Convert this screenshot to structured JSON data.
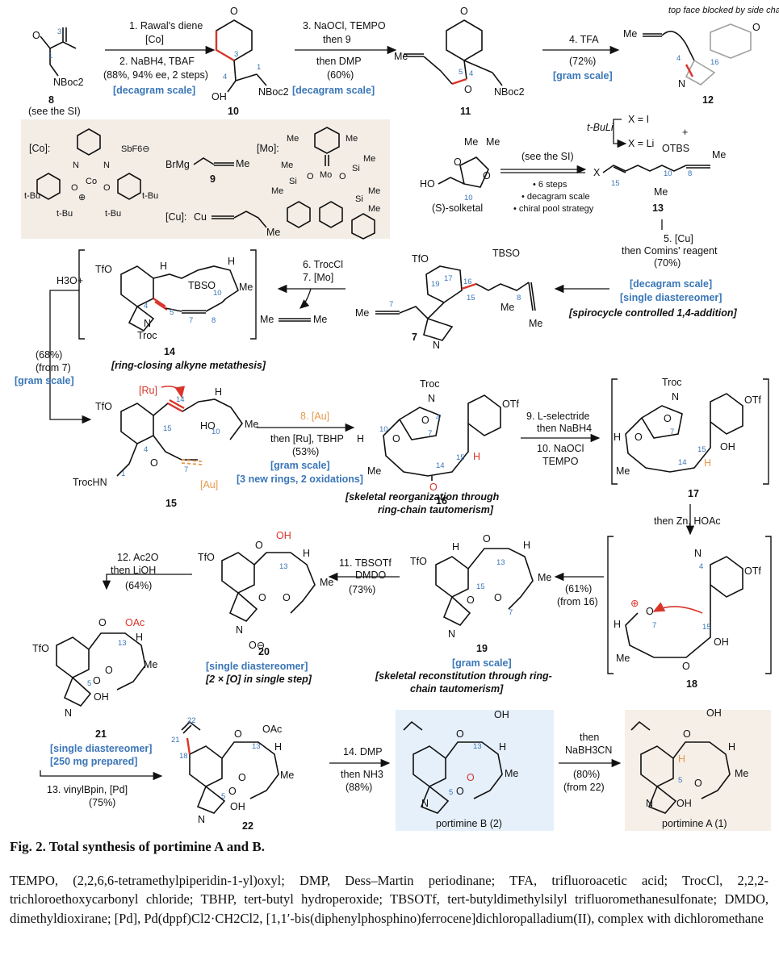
{
  "figure": {
    "caption": "Fig. 2. Total synthesis of portimine A and B.",
    "abbreviations": "TEMPO, (2,2,6,6-tetramethylpiperidin-1-yl)oxyl; DMP, Dess–Martin periodinane; TFA, trifluoroacetic acid; TrocCl, 2,2,2-trichloroethoxycarbonyl chloride; TBHP, tert-butyl hydroperoxide; TBSOTf, tert-butyldimethylsilyl trifluoromethanesulfonate; DMDO, dimethyldioxirane; [Pd], Pd(dppf)Cl2·CH2Cl2, [1,1′-bis(diphenylphosphino)ferrocene]dichloropalladium(II), complex with dichloromethane"
  },
  "colors": {
    "accent_blue": "#3a76b8",
    "red": "#d9352a",
    "orange": "#e79a4b",
    "reagent_box": "#f3ede6",
    "portimine_b_box": "#e6f0fb",
    "portimine_a_box": "#f5efe8"
  },
  "compounds": {
    "c8": {
      "label": "8",
      "note": "(see the SI)",
      "atoms": [
        "O",
        "NBoc2"
      ],
      "nums": [
        "3",
        "1"
      ]
    },
    "c10": {
      "label": "10",
      "atoms": [
        "O",
        "OH",
        "NBoc2"
      ],
      "nums": [
        "3",
        "4",
        "1"
      ]
    },
    "c11": {
      "label": "11",
      "atoms": [
        "O",
        "Me",
        "O",
        "NBoc2"
      ],
      "nums": [
        "5",
        "4"
      ]
    },
    "c12": {
      "label": "12",
      "note": "top face blocked by side chain",
      "atoms": [
        "Me",
        "N",
        "O"
      ],
      "nums": [
        "4",
        "16"
      ]
    },
    "c9": {
      "label": "9",
      "text": "BrMg",
      "me": "Me"
    },
    "c13": {
      "label": "13",
      "atoms": [
        "X",
        "OTBS",
        "Me",
        "Me"
      ],
      "nums": [
        "15",
        "10",
        "8"
      ]
    },
    "solketal": {
      "label": "(S)-solketal",
      "atoms": [
        "HO",
        "O",
        "O",
        "Me",
        "Me"
      ],
      "num": "10"
    },
    "c7": {
      "label": "7",
      "atoms": [
        "TfO",
        "TBSO",
        "Me",
        "Me",
        "Me",
        "N"
      ],
      "nums": [
        "17",
        "19",
        "16",
        "15",
        "7",
        "8"
      ]
    },
    "c14": {
      "label": "14",
      "atoms": [
        "TfO",
        "H",
        "H",
        "TBSO",
        "Me",
        "N",
        "Troc"
      ],
      "nums": [
        "4",
        "5",
        "7",
        "8",
        "10"
      ]
    },
    "c15": {
      "label": "15",
      "atoms": [
        "TfO",
        "[Ru]",
        "H",
        "HO",
        "Me",
        "O",
        "TrocHN",
        "[Au]"
      ],
      "nums": [
        "14",
        "15",
        "10",
        "4",
        "7",
        "1"
      ]
    },
    "c16": {
      "label": "16",
      "atoms": [
        "Troc",
        "N",
        "OTf",
        "O",
        "H",
        "Me",
        "O",
        "O",
        "H"
      ],
      "nums": [
        "4",
        "7",
        "10",
        "14",
        "15"
      ]
    },
    "c17": {
      "label": "17",
      "atoms": [
        "Troc",
        "N",
        "OTf",
        "O",
        "H",
        "Me",
        "O",
        "OH",
        "H"
      ],
      "nums": [
        "7",
        "14",
        "15"
      ]
    },
    "c18": {
      "label": "18",
      "atoms": [
        "N",
        "OTf",
        "⊕",
        "O",
        "H",
        "Me",
        "O",
        "OH"
      ],
      "nums": [
        "4",
        "7",
        "15"
      ]
    },
    "c19": {
      "label": "19",
      "atoms": [
        "TfO",
        "O",
        "H",
        "Me",
        "O",
        "O",
        "N",
        "H"
      ],
      "nums": [
        "13",
        "15",
        "7"
      ]
    },
    "c20": {
      "label": "20",
      "atoms": [
        "TfO",
        "O",
        "OH",
        "H",
        "Me",
        "O",
        "O",
        "N",
        "O⊖"
      ],
      "nums": [
        "13"
      ]
    },
    "c21": {
      "label": "21",
      "atoms": [
        "TfO",
        "O",
        "OAc",
        "H",
        "Me",
        "O",
        "O",
        "OH",
        "N"
      ],
      "nums": [
        "13",
        "5"
      ]
    },
    "c22": {
      "label": "22",
      "atoms": [
        "O",
        "OAc",
        "H",
        "Me",
        "O",
        "O",
        "OH",
        "N"
      ],
      "nums": [
        "22",
        "21",
        "18",
        "13",
        "5"
      ]
    },
    "c2": {
      "label": "portimine B (2)",
      "atoms": [
        "OH",
        "O",
        "H",
        "Me",
        "O",
        "O",
        "N"
      ],
      "nums": [
        "13",
        "5"
      ]
    },
    "c1": {
      "label": "portimine A (1)",
      "atoms": [
        "OH",
        "O",
        "H",
        "Me",
        "O",
        "OH",
        "H",
        "N"
      ],
      "nums": [
        "5"
      ]
    }
  },
  "catalysts": {
    "co": "[Co]:",
    "co_detail": [
      "SbF6⊖",
      "N",
      "N",
      "Co",
      "O",
      "⊕",
      "O",
      "t-Bu",
      "t-Bu",
      "t-Bu",
      "t-Bu"
    ],
    "mo": "[Mo]:",
    "mo_detail": [
      "Me",
      "Me",
      "Mo",
      "Me",
      "Si",
      "O",
      "O",
      "Si",
      "Me",
      "Me",
      "Si",
      "Me",
      "Me"
    ],
    "cu": "[Cu]:",
    "cu_detail": [
      "Cu",
      "Me"
    ]
  },
  "steps": {
    "s1": {
      "lines": [
        "1. Rawal's diene",
        "[Co]",
        "2. NaBH4, TBAF",
        "(88%, 94% ee, 2 steps)"
      ],
      "tag": "[decagram scale]"
    },
    "s3": {
      "lines": [
        "3. NaOCl, TEMPO",
        "then 9",
        "then DMP",
        "(60%)"
      ],
      "tag": "[decagram scale]"
    },
    "s4": {
      "lines": [
        "4. TFA",
        "(72%)"
      ],
      "tag": "[gram scale]"
    },
    "tBuLi": {
      "text": "t-BuLi",
      "x1": "X = I",
      "x2": "X = Li",
      "plus": "+"
    },
    "solketal_route": {
      "lines": [
        "(see the SI)",
        "• 6 steps",
        "• decagram scale",
        "• chiral pool strategy"
      ]
    },
    "s5": {
      "lines": [
        "5. [Cu]",
        "then Comins' reagent",
        "(70%)"
      ],
      "tags": [
        "[decagram scale]",
        "[single diastereomer]"
      ],
      "note": "[spirocycle controlled 1,4-addition]"
    },
    "s67": {
      "lines": [
        "6. TrocCl",
        "7. [Mo]"
      ],
      "byproduct": [
        "Me",
        "Me"
      ]
    },
    "h3o": {
      "lines": [
        "H3O+",
        "(68%)",
        "(from 7)"
      ],
      "tag": "[gram scale]"
    },
    "rcam": "[ring-closing alkyne metathesis]",
    "s8": {
      "lines": [
        "8. [Au]",
        "then [Ru], TBHP",
        "(53%)"
      ],
      "tags": [
        "[gram scale]",
        "[3 new rings, 2 oxidations]"
      ]
    },
    "reorg": [
      "[skeletal reorganization through",
      "ring-chain tautomerism]"
    ],
    "s910": {
      "lines": [
        "9. L-selectride",
        "then NaBH4",
        "10. NaOCl",
        "TEMPO"
      ]
    },
    "zn": "then Zn, HOAc",
    "s61": [
      "(61%)",
      "(from 16)"
    ],
    "s11": {
      "lines": [
        "11. TBSOTf",
        "DMDO",
        "(73%)"
      ]
    },
    "s19tags": {
      "tag": "[gram scale]",
      "notes": [
        "[skeletal reconstitution through ring-",
        "chain tautomerism]"
      ]
    },
    "s20tags": {
      "tag": "[single diastereomer]",
      "note": "[2 × [O] in single step]"
    },
    "s12": {
      "lines": [
        "12. Ac2O",
        "then LiOH",
        "(64%)"
      ]
    },
    "s21tags": [
      "[single diastereomer]",
      "[250 mg prepared]"
    ],
    "s13": {
      "lines": [
        "13. vinylBpin, [Pd]",
        "(75%)"
      ]
    },
    "s14": {
      "lines": [
        "14. DMP",
        "then NH3",
        "(88%)"
      ]
    },
    "sfinal": {
      "lines": [
        "then",
        "NaBH3CN",
        "(80%)",
        "(from 22)"
      ]
    }
  }
}
